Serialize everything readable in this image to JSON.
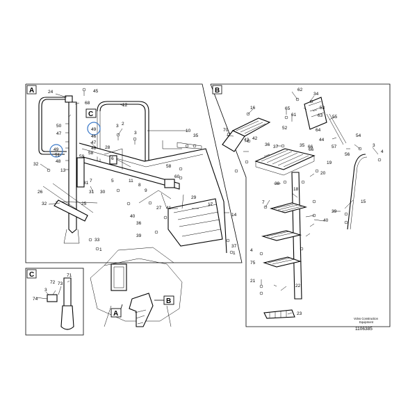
{
  "panels": {
    "a": {
      "letter": "A"
    },
    "b": {
      "letter": "B"
    },
    "c": {
      "letter": "C"
    }
  },
  "callouts": {
    "c_in_a": "C",
    "a_below": "A",
    "b_below": "B"
  },
  "highlight_color": "#3a78c8",
  "labels_a": {
    "l24": "24",
    "l45": "45",
    "l68": "68",
    "l12": "12",
    "l50": "50",
    "l47a": "47",
    "l49a": "49",
    "l46a": "46",
    "l47b": "47",
    "l48a": "48",
    "l49b": "49",
    "l51": "51",
    "l48b": "48",
    "l59": "59",
    "l58": "58",
    "l13": "13",
    "l32a": "32",
    "l3a": "3",
    "l2": "2",
    "l3b": "3",
    "l10": "10",
    "l35": "35",
    "l28": "28",
    "l6": "6",
    "l58b": "58",
    "l60": "60",
    "l31a": "31",
    "l7": "7",
    "l5": "5",
    "l11": "11",
    "l26": "26",
    "l31b": "31",
    "l30": "30",
    "l8": "8",
    "l9": "9",
    "l29": "29",
    "l32b": "32",
    "l25": "25",
    "l27": "27",
    "l41": "41",
    "l40": "40",
    "l36": "36",
    "l39": "39",
    "l17": "17",
    "l14": "14",
    "l33": "33",
    "l1": "1",
    "l37": "37",
    "l1b": "1"
  },
  "labels_b": {
    "l62": "62",
    "l34a": "34",
    "l53": "53",
    "l16": "16",
    "l65": "65",
    "l61": "61",
    "l63": "63",
    "l64": "64",
    "l55": "55",
    "l70": "70",
    "l52": "52",
    "l43": "43",
    "l42": "42",
    "l37a": "37",
    "l36a": "36",
    "l35": "35",
    "l44": "44",
    "l66": "66",
    "l57": "57",
    "l54": "54",
    "l3": "3",
    "l56": "56",
    "l4": "4",
    "l20": "20",
    "l19": "19",
    "l38": "38",
    "l18": "18",
    "l15": "15",
    "l7": "7",
    "l39": "39",
    "l40": "40",
    "l75": "75",
    "l4b": "4",
    "l21": "21",
    "l22": "22",
    "l23": "23"
  },
  "labels_c": {
    "l71": "71",
    "l72": "72",
    "l73": "73",
    "l3": "3",
    "l74": "74"
  },
  "footer": {
    "brand_line1": "Volvo Construction",
    "brand_line2": "Equipment",
    "code": "1106385"
  }
}
